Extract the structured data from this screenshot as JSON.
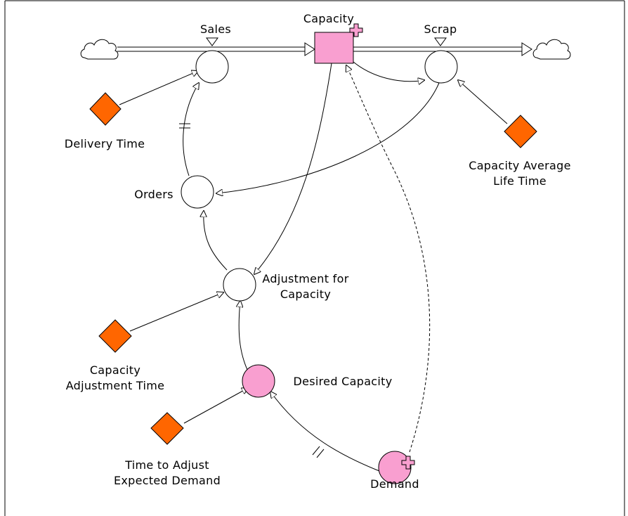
{
  "diagram": {
    "stock_capacity": "Capacity",
    "flow_sales": "Sales",
    "flow_scrap": "Scrap",
    "delivery_time": "Delivery Time",
    "orders": "Orders",
    "capacity_average_life_time": [
      "Capacity Average",
      "Life Time"
    ],
    "adjustment_for_capacity": [
      "Adjustment for",
      "Capacity"
    ],
    "capacity_adjustment_time": [
      "Capacity",
      "Adjustment Time"
    ],
    "desired_capacity": "Desired Capacity",
    "time_to_adjust_expected_demand": [
      "Time to Adjust",
      "Expected Demand"
    ],
    "demand": "Demand"
  },
  "colors": {
    "stock_fill": "#f99fd0",
    "constant_fill": "#ff6600",
    "shadow_marker": "#f99fd0"
  }
}
